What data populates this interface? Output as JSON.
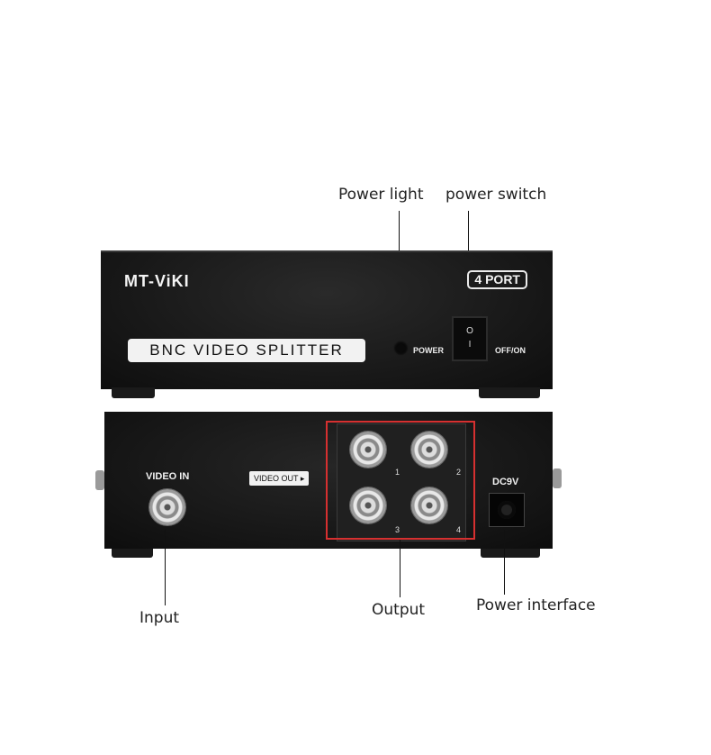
{
  "callouts": {
    "power_light": "Power light",
    "power_switch": "power switch",
    "input": "Input",
    "output": "Output",
    "power_interface": "Power interface"
  },
  "front_panel": {
    "brand": "MT-ViKI",
    "port_badge": "4 PORT",
    "product_name": "BNC VIDEO SPLITTER",
    "power_label": "POWER",
    "switch_label": "OFF/ON",
    "switch_symbols": [
      "O",
      "I"
    ]
  },
  "back_panel": {
    "input_label": "VIDEO IN",
    "output_label": "VIDEO OUT",
    "output_ports": [
      "1",
      "2",
      "3",
      "4"
    ],
    "power_label": "DC9V"
  },
  "colors": {
    "device_body": "#161616",
    "highlight_box": "#d63030",
    "label_plate": "#f2f2f2"
  }
}
